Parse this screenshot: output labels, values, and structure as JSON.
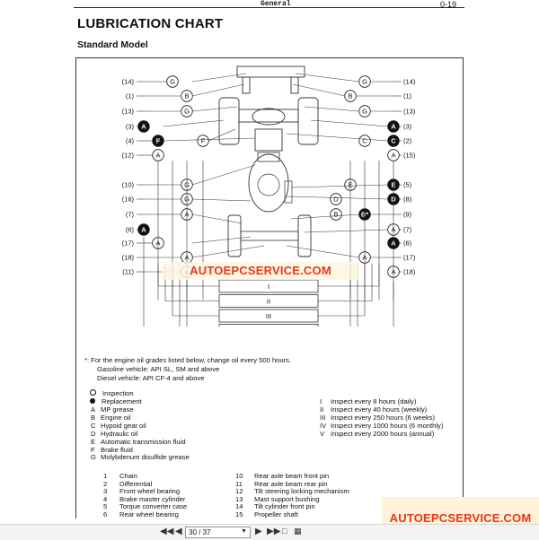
{
  "header": {
    "section": "General",
    "page": "0-19"
  },
  "title": "LUBRICATION CHART",
  "subtitle": "Standard Model",
  "left_labels": [
    "(14)",
    "(1)",
    "(13)",
    "(3)",
    "(4)",
    "(12)",
    "(10)",
    "(16)",
    "(7)",
    "(6)",
    "(17)",
    "(18)",
    "(11)"
  ],
  "right_labels": [
    "(14)",
    "(1)",
    "(13)",
    "(3)",
    "(2)",
    "(15)",
    "(5)",
    "(8)",
    "(9)",
    "(7)",
    "(6)",
    "(17)",
    "(18)"
  ],
  "left_marks_outer": [
    "G",
    "B",
    "G",
    "A",
    "F",
    "A",
    "G",
    "G",
    "A",
    "A",
    "A",
    "A",
    "A"
  ],
  "left_marks_inner": [
    "F"
  ],
  "right_marks_outer": [
    "G",
    "B",
    "G",
    "A",
    "C",
    "A",
    "E",
    "D",
    "B*",
    "A",
    "A",
    "A",
    "A"
  ],
  "right_marks_inner": [
    "C",
    "E",
    "D",
    "B"
  ],
  "intervals": [
    "I",
    "II",
    "III",
    "IV",
    "V"
  ],
  "footnote": {
    "line1": "*:   For the engine oil grades listed below, change oil every 500 hours.",
    "line2": "Gasoline vehicle: API SL, SM and above",
    "line3": "Diesel vehicle: API CF-4 and above"
  },
  "legend": {
    "inspection": "Inspection",
    "replacement": "Replacement",
    "codes": [
      {
        "code": "A",
        "label": "MP grease"
      },
      {
        "code": "B",
        "label": "Engine oil"
      },
      {
        "code": "C",
        "label": "Hypoid gear oil"
      },
      {
        "code": "D",
        "label": "Hydraulic oil"
      },
      {
        "code": "E",
        "label": "Automatic transmission fluid"
      },
      {
        "code": "F",
        "label": "Brake fluid"
      },
      {
        "code": "G",
        "label": "Molybdenum disulfide grease"
      }
    ]
  },
  "interval_legend": [
    {
      "code": "I",
      "label": "Inspect every 8 hours (daily)"
    },
    {
      "code": "II",
      "label": "Inspect every 40 hours (weekly)"
    },
    {
      "code": "III",
      "label": "Inspect every 250 hours (6 weeks)"
    },
    {
      "code": "IV",
      "label": "Inspect every 1000 hours (6 monthly)"
    },
    {
      "code": "V",
      "label": "Inspect every 2000 hours (annual)"
    }
  ],
  "parts_left": [
    {
      "no": "1",
      "name": "Chain"
    },
    {
      "no": "2",
      "name": "Differential"
    },
    {
      "no": "3",
      "name": "Front wheel bearing"
    },
    {
      "no": "4",
      "name": "Brake master cylinder"
    },
    {
      "no": "5",
      "name": "Torque converter case"
    },
    {
      "no": "6",
      "name": "Rear wheel bearing"
    }
  ],
  "parts_right": [
    {
      "no": "10",
      "name": "Rear axle beam front pin"
    },
    {
      "no": "11",
      "name": "Rear axle beam rear pin"
    },
    {
      "no": "12",
      "name": "Tilt steering locking mechanism"
    },
    {
      "no": "13",
      "name": "Mast support bushing"
    },
    {
      "no": "14",
      "name": "Tilt cylinder front pin"
    },
    {
      "no": "15",
      "name": "Propeller shaft"
    }
  ],
  "watermark": "AUTOEPCSERVICE.COM",
  "pager": {
    "current": "30 / 37"
  }
}
